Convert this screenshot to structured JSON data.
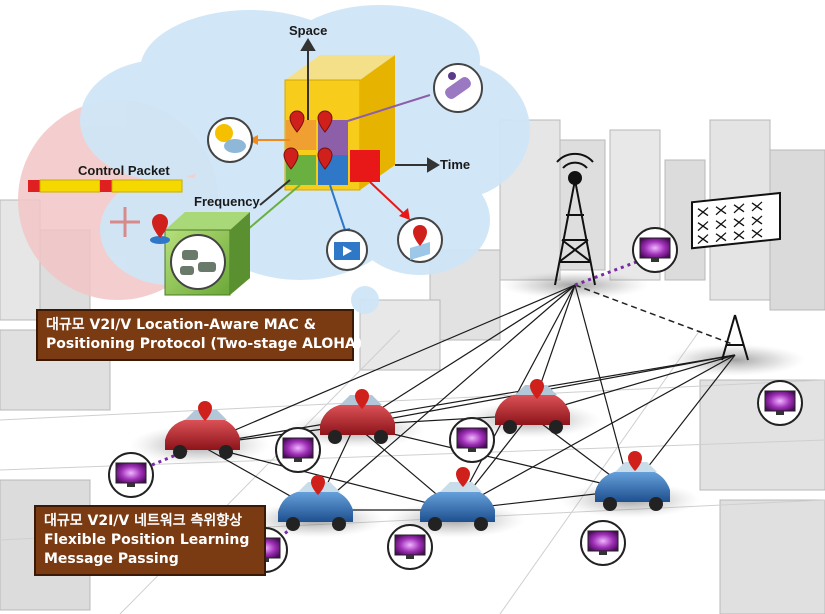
{
  "cube_labels": {
    "space": "Space",
    "time": "Time",
    "frequency": "Frequency"
  },
  "control_packet_label": "Control Packet",
  "box_mac": {
    "line1": "대규모 V2I/V Location-Aware MAC &",
    "line2": "Positioning Protocol (Two-stage ALOHA)"
  },
  "box_network": {
    "line1": "대규모 V2I/V 네트워크 측위향상",
    "line2": "Flexible Position Learning",
    "line3": "Message Passing"
  },
  "colors": {
    "cloud": "#cfe6f7",
    "pink_circle": "#f2c6c6",
    "box_brown": "#7a3a12",
    "red_car": "#b8242a",
    "blue_car": "#2f6fb3",
    "pin_red": "#d0201c",
    "monitor_purple": "#9b2fae",
    "packet_red": "#e02020",
    "packet_yellow": "#f5d800"
  },
  "icons": [
    "weather-icon",
    "satellite-icon",
    "video-icon",
    "map-pin-icon",
    "traffic-jam-icon",
    "cell-tower-icon",
    "antenna-panel-icon",
    "monitor-icon",
    "car-icon",
    "location-pin-icon",
    "cube-icon"
  ]
}
